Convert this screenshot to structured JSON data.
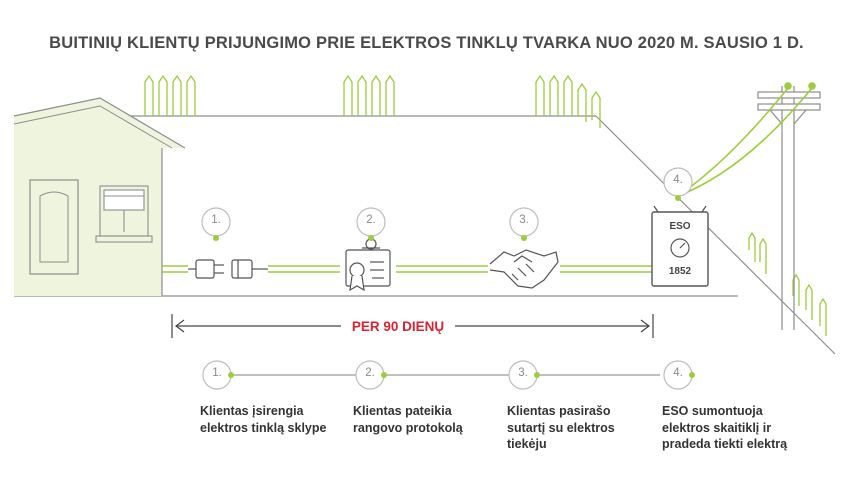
{
  "title": "BUITINIŲ KLIENTŲ PRIJUNGIMO PRIE ELEKTROS TINKLŲ TVARKA NUO 2020 M. SAUSIO 1 D.",
  "period_label": "PER 90 DIENŲ",
  "meter": {
    "brand": "ESO",
    "serial": "1852"
  },
  "scene_steps": [
    {
      "number": "1.",
      "icon": "plug-connector-icon"
    },
    {
      "number": "2.",
      "icon": "certificate-document-icon"
    },
    {
      "number": "3.",
      "icon": "handshake-icon"
    },
    {
      "number": "4.",
      "icon": "electricity-meter-icon"
    }
  ],
  "timeline_steps": [
    {
      "number": "1.",
      "lines": [
        "Klientas įsirengia",
        "elektros tinklą sklype"
      ]
    },
    {
      "number": "2.",
      "lines": [
        "Klientas pateikia",
        "rangovo protokolą"
      ]
    },
    {
      "number": "3.",
      "lines": [
        "Klientas pasirašo",
        "sutartį su elektros",
        "tiekėju"
      ]
    },
    {
      "number": "4.",
      "lines": [
        "ESO sumontuoja",
        "elektros skaitiklį ir",
        "pradeda tiekti elektrą"
      ]
    }
  ],
  "colors": {
    "accent_green": "#9ccd3c",
    "light_green": "#eef4de",
    "period_red": "#d9232f",
    "line_gray": "#888888"
  }
}
